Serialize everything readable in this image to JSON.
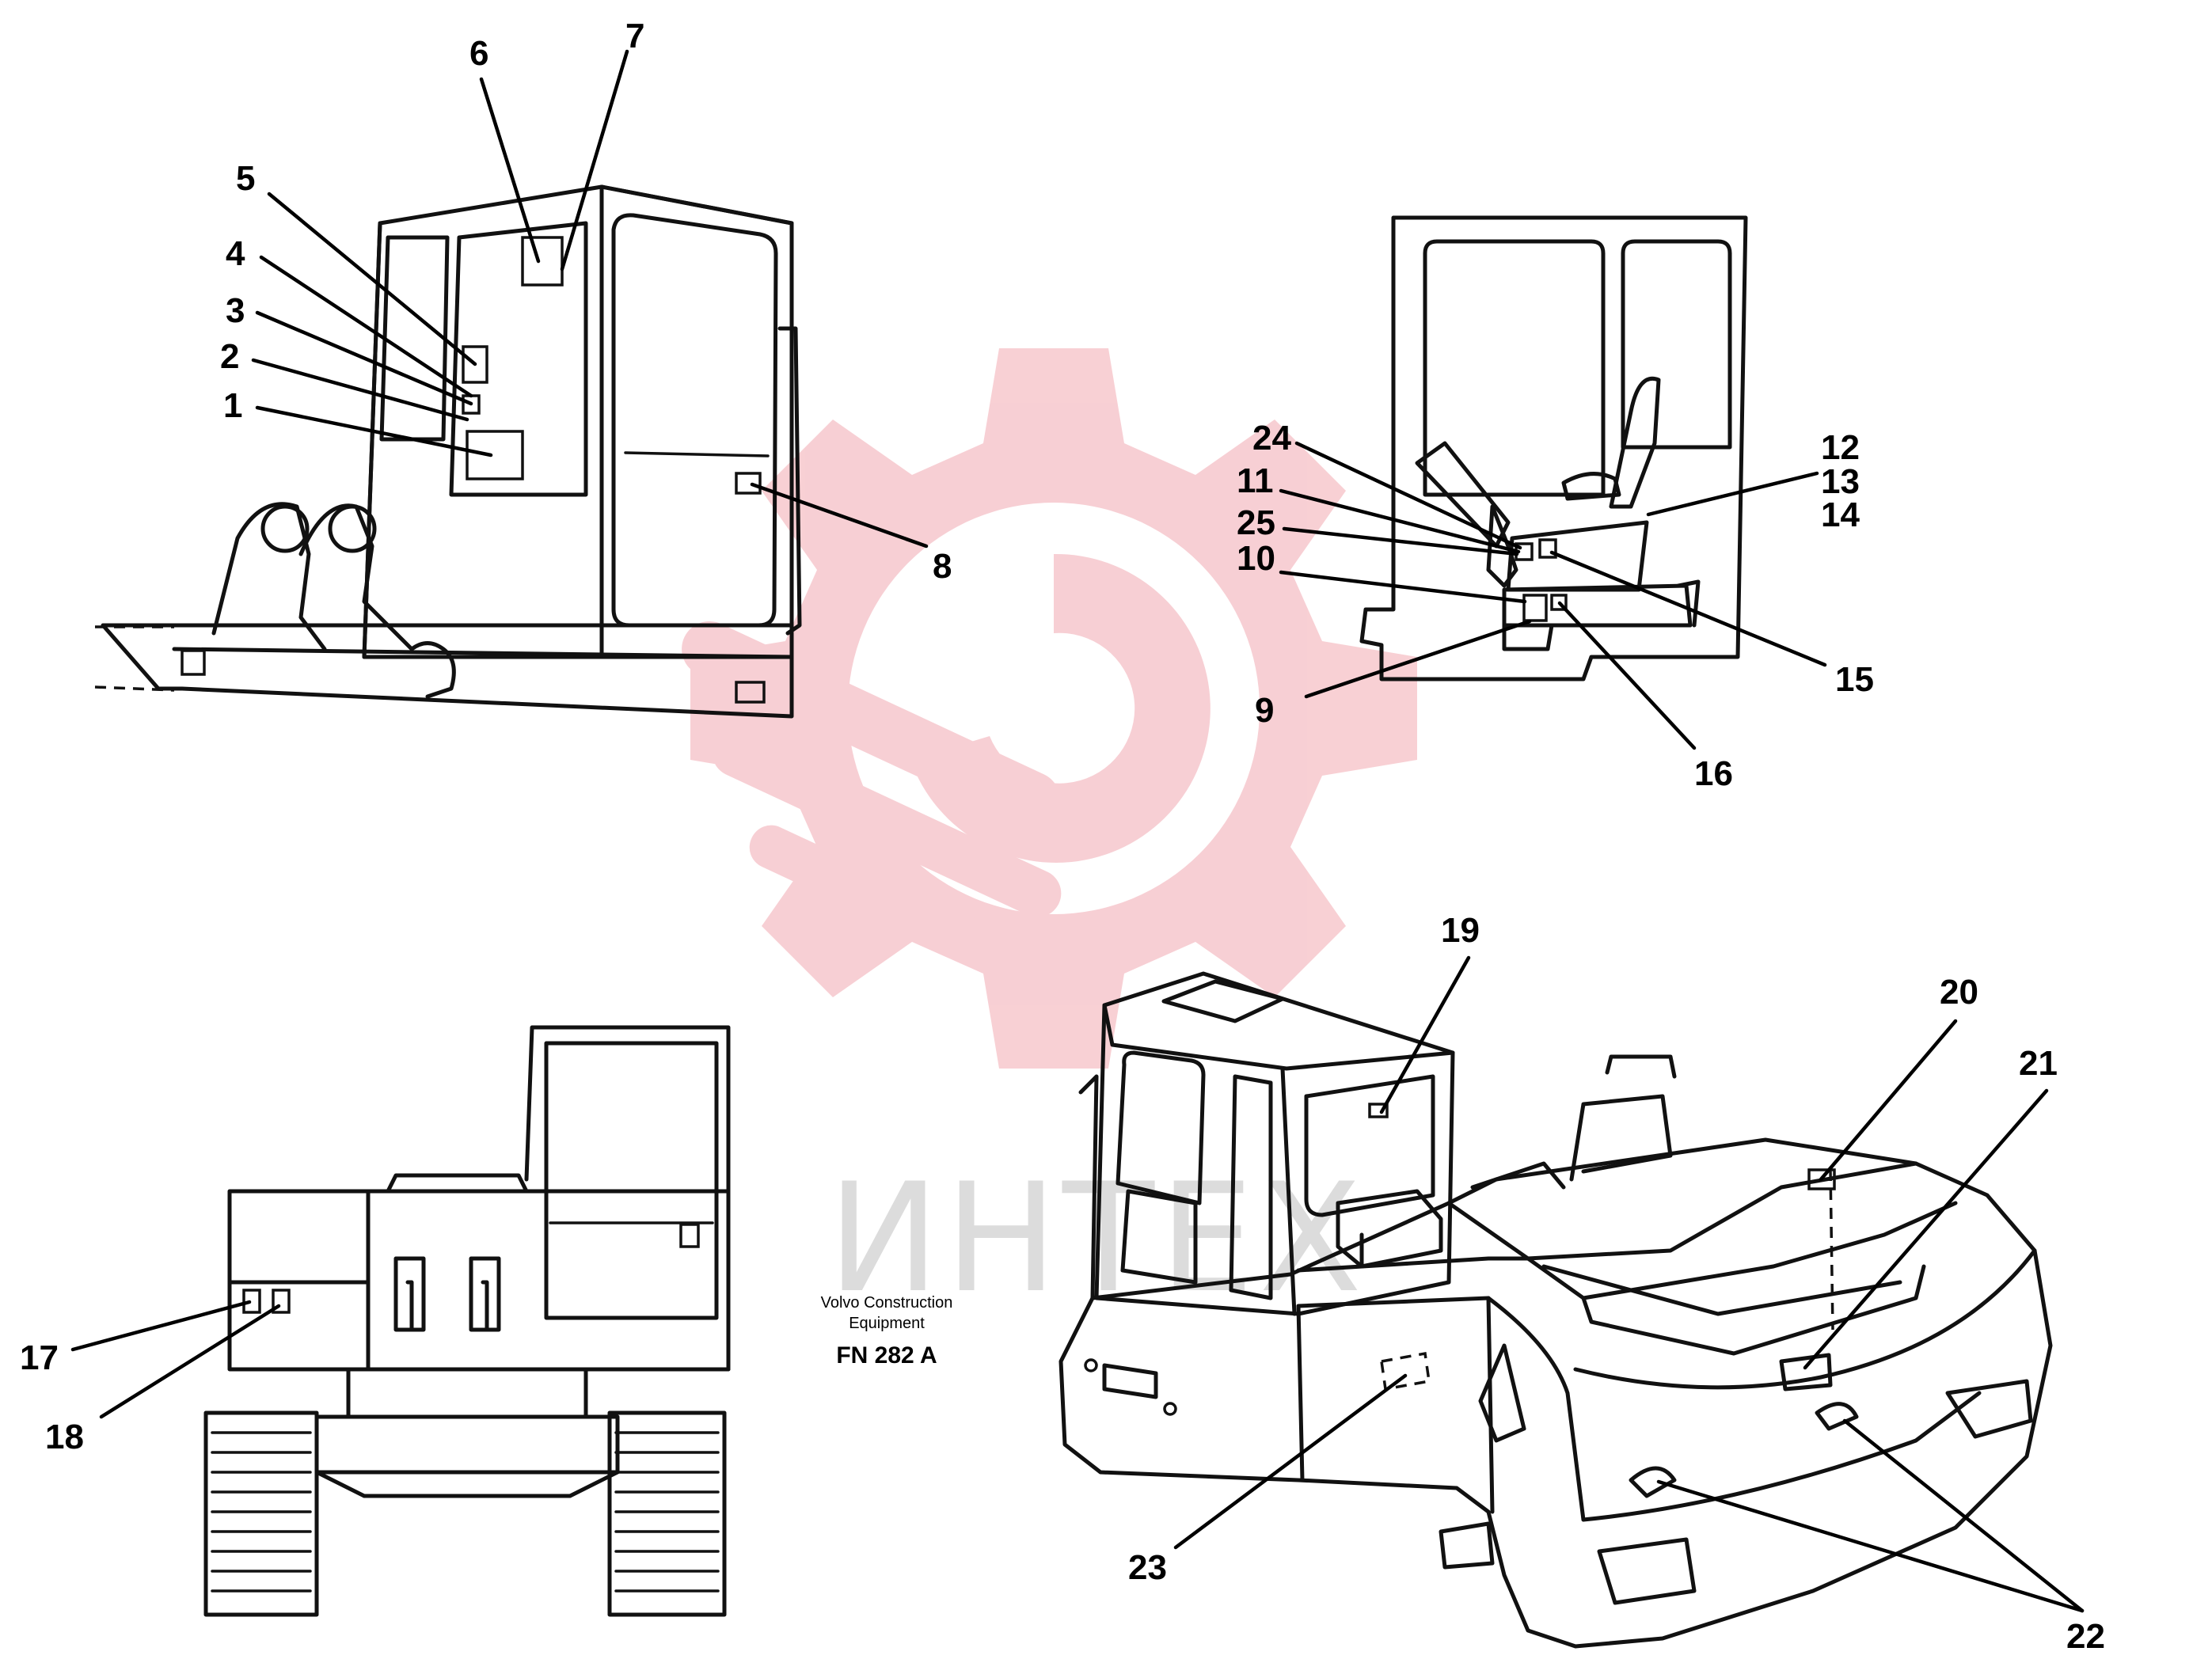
{
  "watermark": {
    "text": "ИНТЕХ",
    "color": "#f6cfd3"
  },
  "caption": {
    "line1": "Volvo Construction",
    "line2": "Equipment",
    "code": "FN 282 A"
  },
  "callouts": {
    "c1": "1",
    "c2": "2",
    "c3": "3",
    "c4": "4",
    "c5": "5",
    "c6": "6",
    "c7": "7",
    "c8": "8",
    "c9": "9",
    "c10": "10",
    "c11": "11",
    "c12": "12",
    "c13": "13",
    "c14": "14",
    "c15": "15",
    "c16": "16",
    "c17": "17",
    "c18": "18",
    "c19": "19",
    "c20": "20",
    "c21": "21",
    "c22": "22",
    "c23": "23",
    "c24": "24",
    "c25": "25"
  }
}
